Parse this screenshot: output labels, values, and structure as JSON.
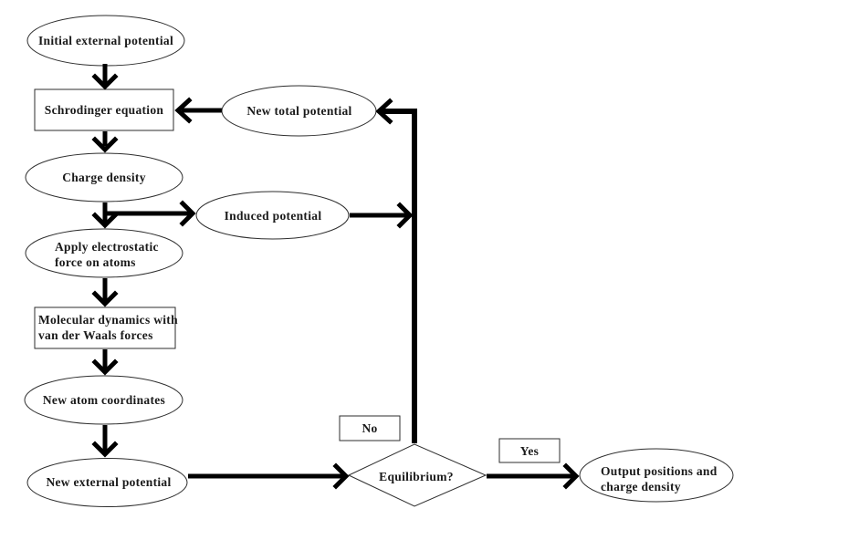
{
  "diagram": {
    "type": "flowchart",
    "background_color": "#ffffff",
    "shape_outline_color": "#2e2e2e",
    "arrow_color": "#000000",
    "text_color": "#1a1a1a",
    "labels": {
      "initial_external_potential": "Initial external potential",
      "schrodinger_equation": "Schrodinger equation",
      "charge_density": "Charge density",
      "apply_electrostatic_line1": "Apply electrostatic",
      "apply_electrostatic_line2": "force on atoms",
      "molecular_dynamics_line1": "Molecular dynamics with",
      "molecular_dynamics_line2": "van der Waals forces",
      "new_atom_coordinates": "New atom coordinates",
      "new_external_potential": "New external potential",
      "new_total_potential": "New total potential",
      "induced_potential": "Induced potential",
      "equilibrium": "Equilibrium?",
      "no": "No",
      "yes": "Yes",
      "output_line1": "Output positions and",
      "output_line2": "charge density"
    },
    "edges": [
      {
        "from": "Initial external potential",
        "to": "Schrodinger equation"
      },
      {
        "from": "Schrodinger equation",
        "to": "Charge density"
      },
      {
        "from": "Charge density",
        "to": "Apply electrostatic force on atoms"
      },
      {
        "from": "Charge density",
        "to": "Induced potential"
      },
      {
        "from": "Induced potential",
        "to": "New total potential"
      },
      {
        "from": "New total potential",
        "to": "Schrodinger equation"
      },
      {
        "from": "Apply electrostatic force on atoms",
        "to": "Molecular dynamics with van der Waals forces"
      },
      {
        "from": "Molecular dynamics with van der Waals forces",
        "to": "New atom coordinates"
      },
      {
        "from": "New atom coordinates",
        "to": "New external potential"
      },
      {
        "from": "New external potential",
        "to": "Equilibrium?"
      },
      {
        "from": "Equilibrium?",
        "to": "New total potential",
        "label": "No"
      },
      {
        "from": "Equilibrium?",
        "to": "Output positions and charge density",
        "label": "Yes"
      }
    ]
  }
}
